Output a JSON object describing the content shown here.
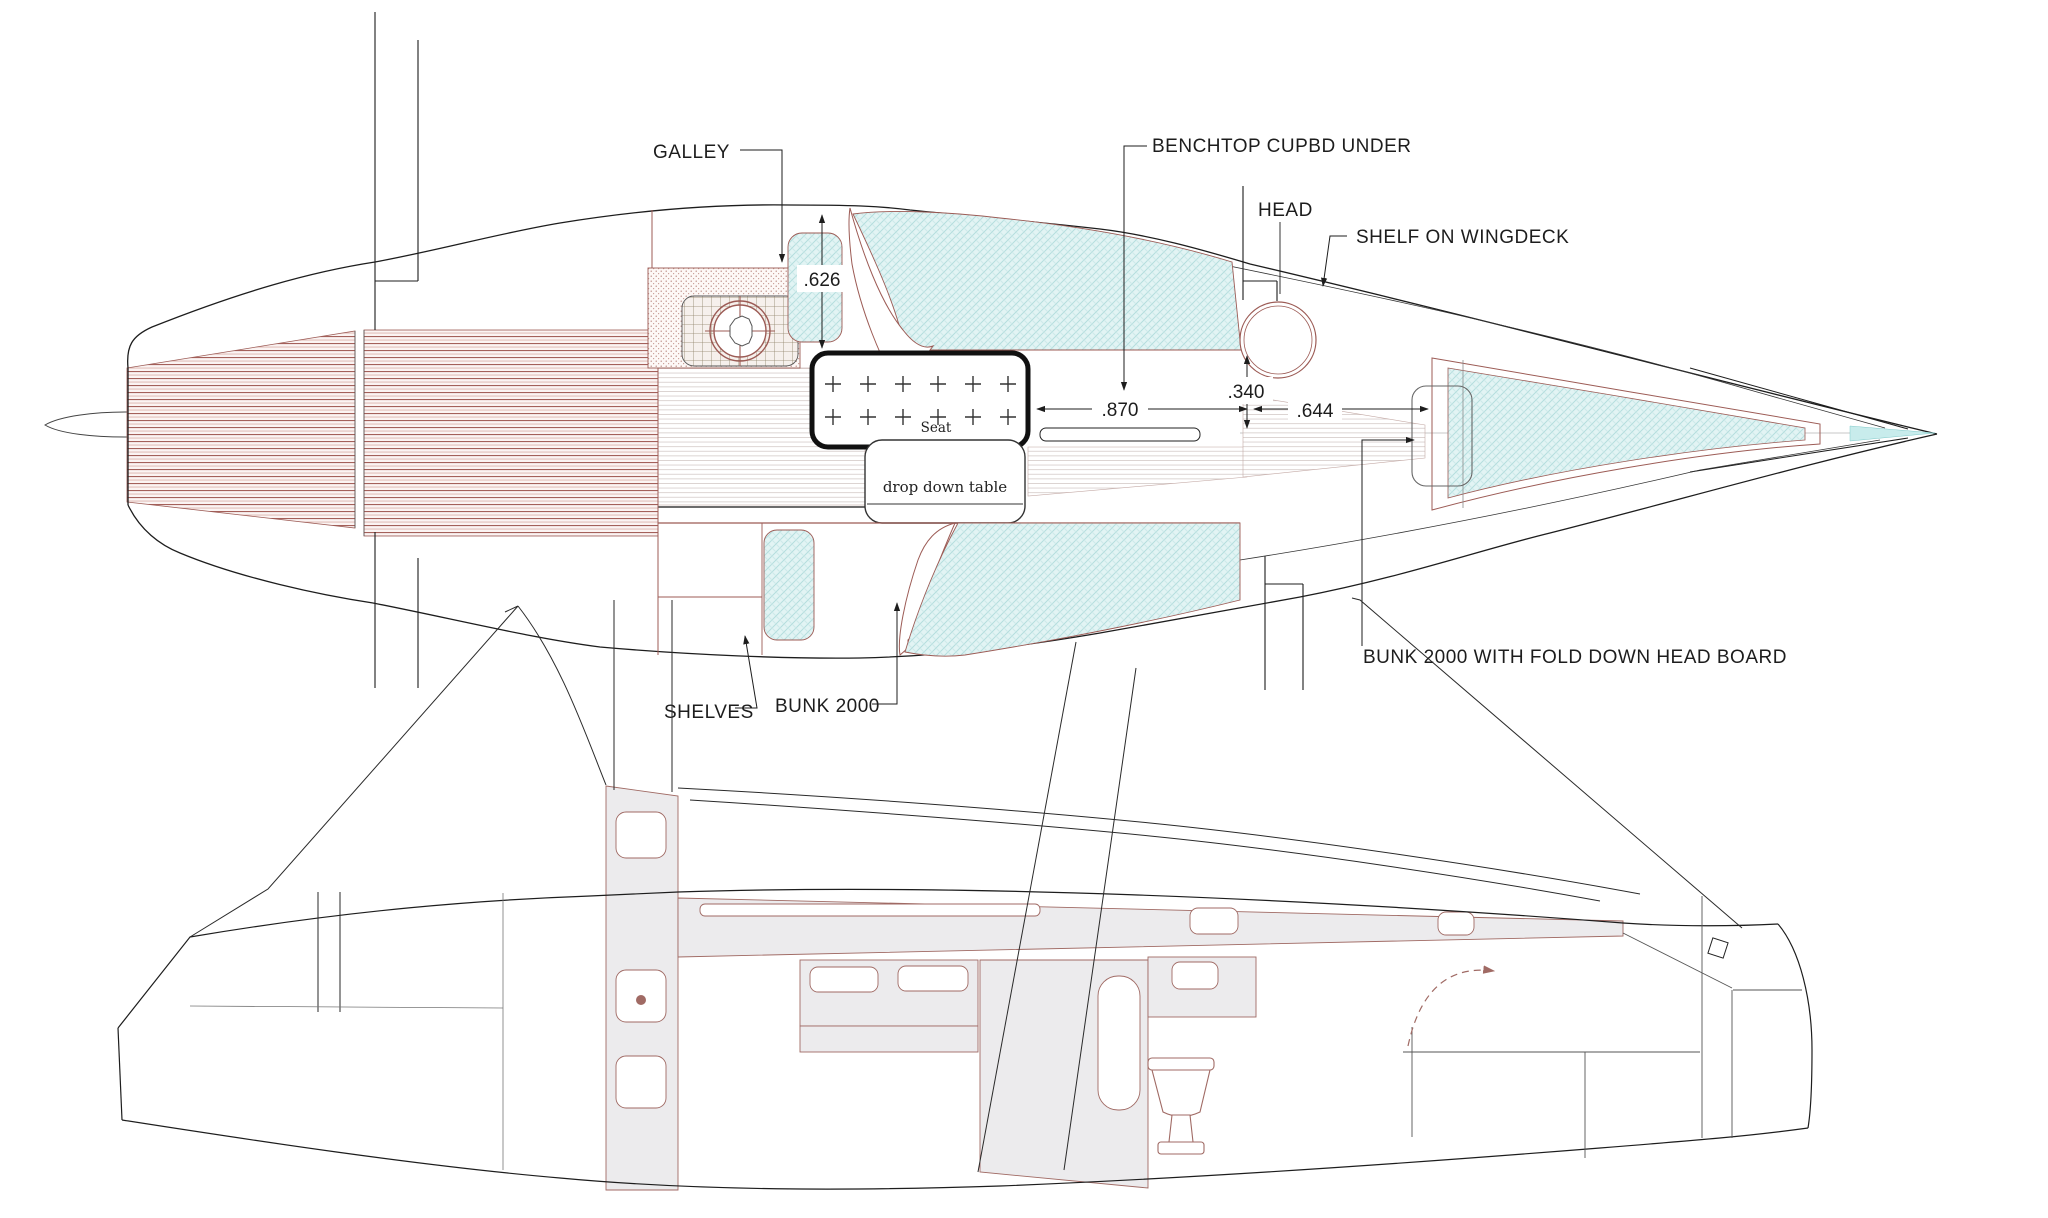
{
  "drawing": {
    "type": "boat interior arrangement drawing",
    "plan_view": {
      "labels": {
        "galley": "GALLEY",
        "benchtop": "BENCHTOP CUPBD UNDER",
        "head": "HEAD",
        "shelf_wingdeck": "SHELF ON WINGDECK",
        "shelves": "SHELVES",
        "bunk_port": "BUNK 2000",
        "bunk_forward": "BUNK 2000 WITH FOLD DOWN HEAD BOARD",
        "seat": "Seat",
        "drop_down_table": "drop down table"
      },
      "dimensions": {
        "bunk_width": ".626",
        "benchtop_length": ".870",
        "walkway_width": ".340",
        "head_to_bunk": ".644"
      }
    },
    "colors": {
      "outline": "#1d1d1d",
      "furniture_line": "#9c5b55",
      "cushion_fill": "#e2f4f4",
      "cushion_hatch": "#b4dede",
      "panel_fill": "#ecebed",
      "deck_slat_line": "#a4605a"
    }
  }
}
